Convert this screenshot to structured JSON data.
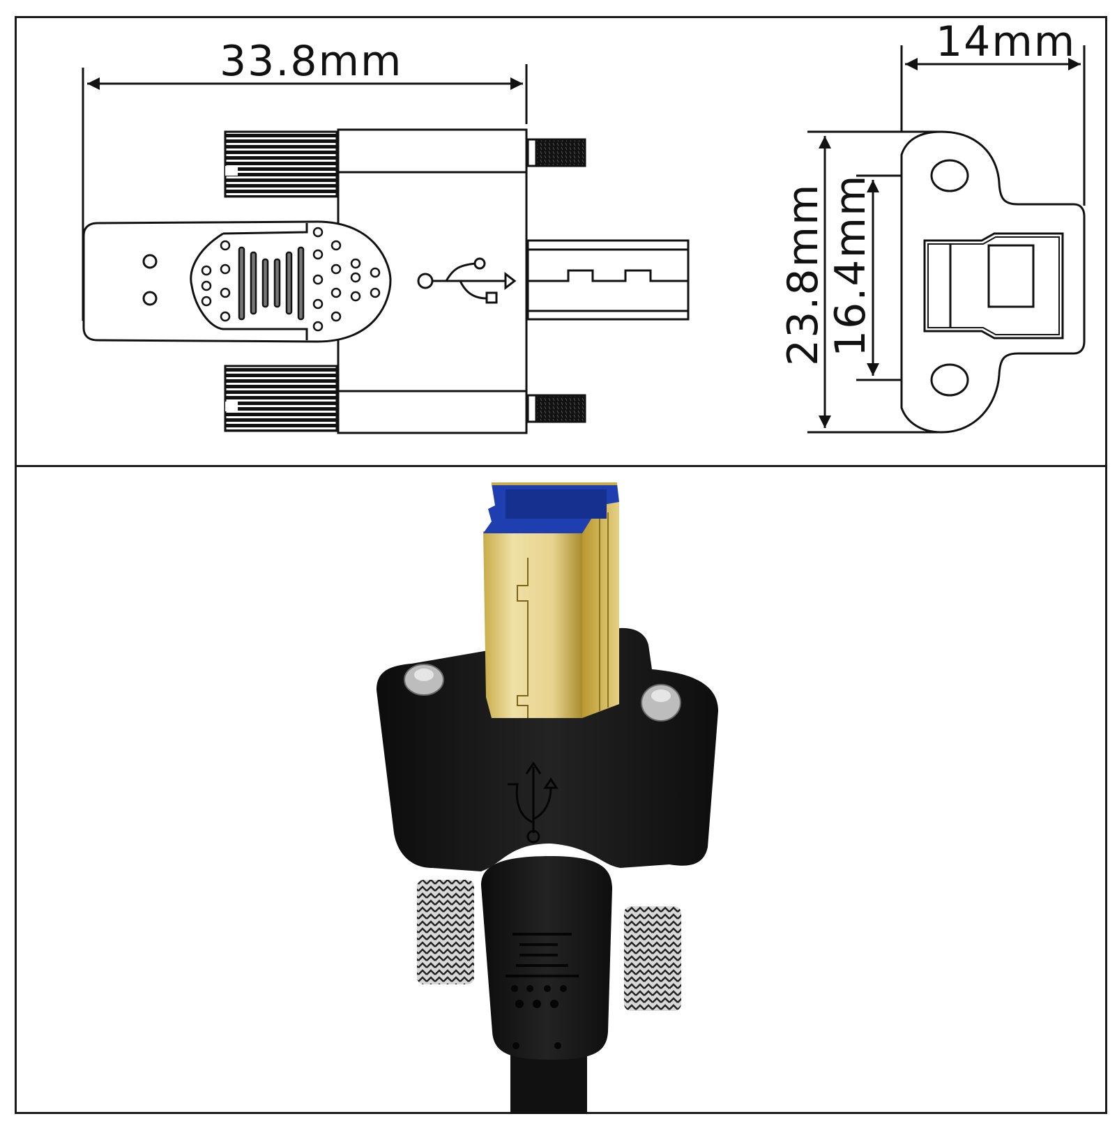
{
  "drawing": {
    "side_view": {
      "length_label": "33.8mm",
      "icon": "usb-trident-icon"
    },
    "front_view": {
      "width_label": "14mm",
      "height_label": "23.8mm",
      "screw_spacing_label": "16.4mm"
    }
  },
  "photo": {
    "subject": "USB 3.0 Type-B male connector with panel-mount screws",
    "colors": {
      "shell_gold": "#d9c36a",
      "insert_blue": "#1f3fb0",
      "housing_black": "#151515",
      "screw_silver": "#b8b8b8"
    },
    "molded_icon": "usb-trident-icon"
  },
  "colors": {
    "line": "#111111",
    "background": "#ffffff"
  }
}
